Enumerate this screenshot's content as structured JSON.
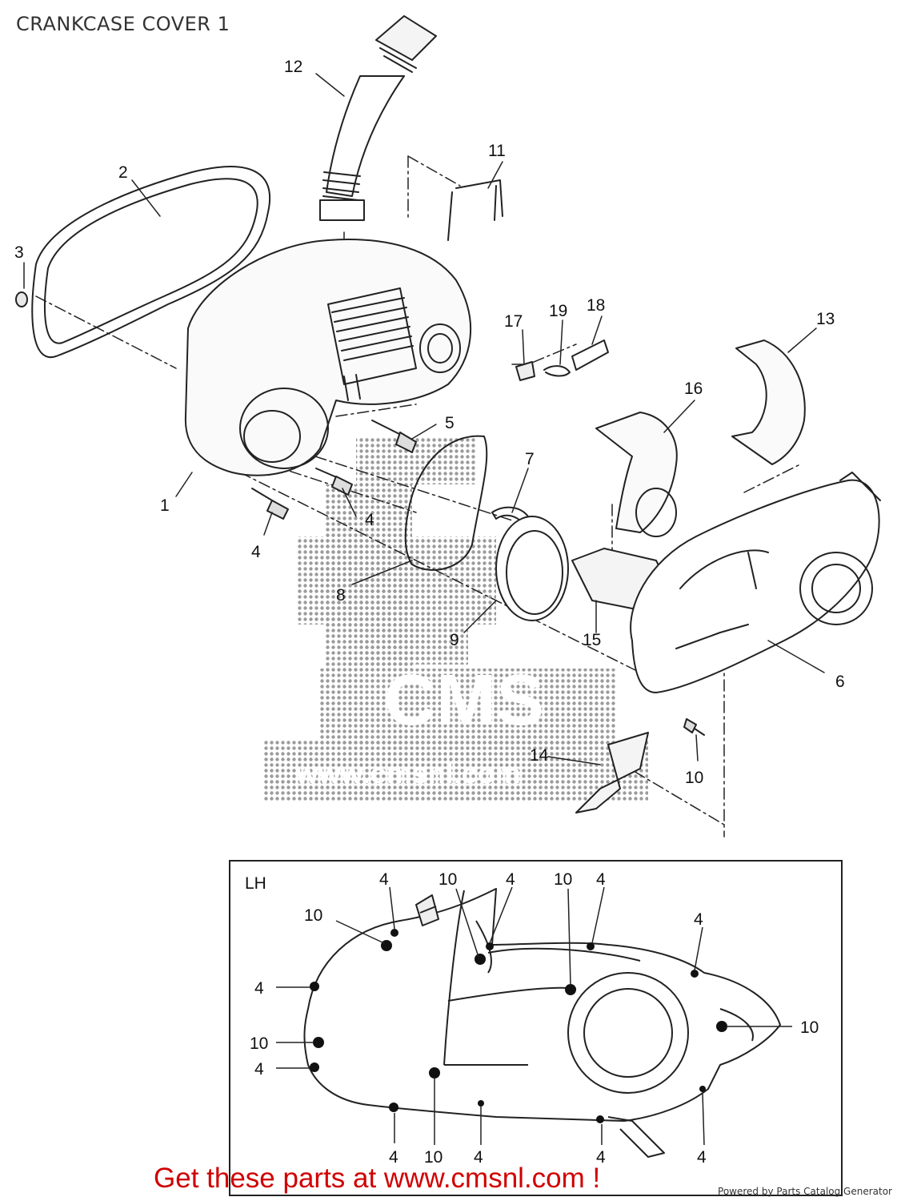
{
  "page": {
    "title": "CRANKCASE COVER 1"
  },
  "callouts": [
    "12",
    "2",
    "11",
    "3",
    "17",
    "19",
    "18",
    "13",
    "16",
    "5",
    "7",
    "1",
    "4",
    "4",
    "8",
    "15",
    "9",
    "6",
    "10",
    "14"
  ],
  "inset": {
    "label": "LH",
    "top_labels": [
      "4",
      "10",
      "4",
      "10",
      "4"
    ],
    "left_labels": [
      "10",
      "4",
      "10",
      "4"
    ],
    "right_labels": [
      "4",
      "10"
    ],
    "bottom_labels": [
      "4",
      "10",
      "4",
      "4",
      "4"
    ]
  },
  "watermark": {
    "text": "CMS",
    "subtext": "www.cmsnl.com"
  },
  "footer": {
    "cta": "Get these parts at www.cmsnl.com !",
    "powered_by": "Powered by Parts Catalog Generator"
  },
  "colors": {
    "cta": "#d00000",
    "line": "#222222",
    "watermark": "#9a9a9a"
  }
}
